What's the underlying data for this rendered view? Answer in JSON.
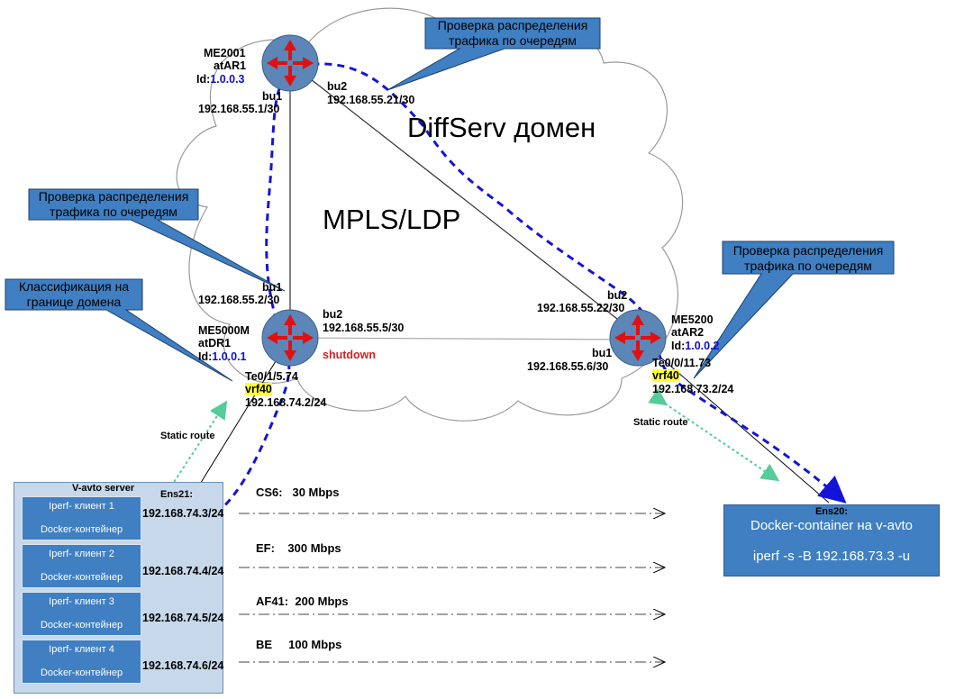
{
  "domain_title": "DiffServ домен",
  "mpls_title": "MPLS/LDP",
  "callouts": {
    "top": "Проверка распределения трафика по очередям",
    "left_top": "Проверка распределения трафика по очередям",
    "left_class": "Классификация на границе домена",
    "right": "Проверка распределения трафика по очередям"
  },
  "routers": {
    "ar1": {
      "name": "ME2001",
      "alias": "atAR1",
      "id_label": "Id:",
      "id_value": "1.0.0.3"
    },
    "dr1": {
      "name": "ME5000M",
      "alias": "atDR1",
      "id_label": "Id:",
      "id_value": "1.0.0.1"
    },
    "ar2": {
      "name": "ME5200",
      "alias": "atAR2",
      "id_label": "Id:",
      "id_value": "1.0.0.2"
    }
  },
  "interfaces": {
    "ar1_bu1": "bu1",
    "ar1_bu1_ip": "192.168.55.1/30",
    "ar1_bu2": "bu2",
    "ar1_bu2_ip": "192.168.55.21/30",
    "dr1_bu1": "bu1",
    "dr1_bu1_ip": "192.168.55.2/30",
    "dr1_bu2": "bu2",
    "dr1_bu2_ip": "192.168.55.5/30",
    "dr1_shutdown": "shutdown",
    "dr1_te": "Te0/1/5.74",
    "dr1_vrf": "vrf40",
    "dr1_te_ip": "192.168.74.2/24",
    "ar2_bu2": "bu2",
    "ar2_bu2_ip": "192.168.55.22/30",
    "ar2_bu1": "bu1",
    "ar2_bu1_ip": "192.168.55.6/30",
    "ar2_te": "Te0/0/11.73",
    "ar2_vrf": "vrf40",
    "ar2_te_ip": "192.168.73.2/24"
  },
  "static_route_left": "Static route",
  "static_route_right": "Static route",
  "server": {
    "title": "V-avto server",
    "ens_label": "Ens21:",
    "clients": [
      {
        "line1": "Iperf- клиент 1",
        "line2": "Docker-контейнер",
        "ip": "192.168.74.3/24"
      },
      {
        "line1": "Iperf- клиент 2",
        "line2": "Docker-контейнер",
        "ip": "192.168.74.4/24"
      },
      {
        "line1": "Iperf- клиент 3",
        "line2": "Docker-контейнер",
        "ip": "192.168.74.5/24"
      },
      {
        "line1": "Iperf- клиент 4",
        "line2": "Docker-контейнер",
        "ip": "192.168.74.6/24"
      }
    ]
  },
  "traffic": [
    {
      "cls": "CS6:",
      "rate": "30 Mbps"
    },
    {
      "cls": "EF:",
      "rate": "300 Mbps"
    },
    {
      "cls": "AF41:",
      "rate": "200 Mbps"
    },
    {
      "cls": "BE",
      "rate": "100 Mbps"
    }
  ],
  "destination": {
    "ens_label": "Ens20:",
    "title": "Docker-container на v-avto",
    "command": "iperf -s -B 192.168.73.3 -u"
  },
  "colors": {
    "router_fill": "#5b86b7",
    "arrow_red": "#e01010",
    "box_blue": "#3f7fc2",
    "server_bg": "#c7d8ea",
    "path_blue": "#1414d8",
    "static_green": "#55cc99",
    "vrf_highlight": "#ffff33"
  }
}
